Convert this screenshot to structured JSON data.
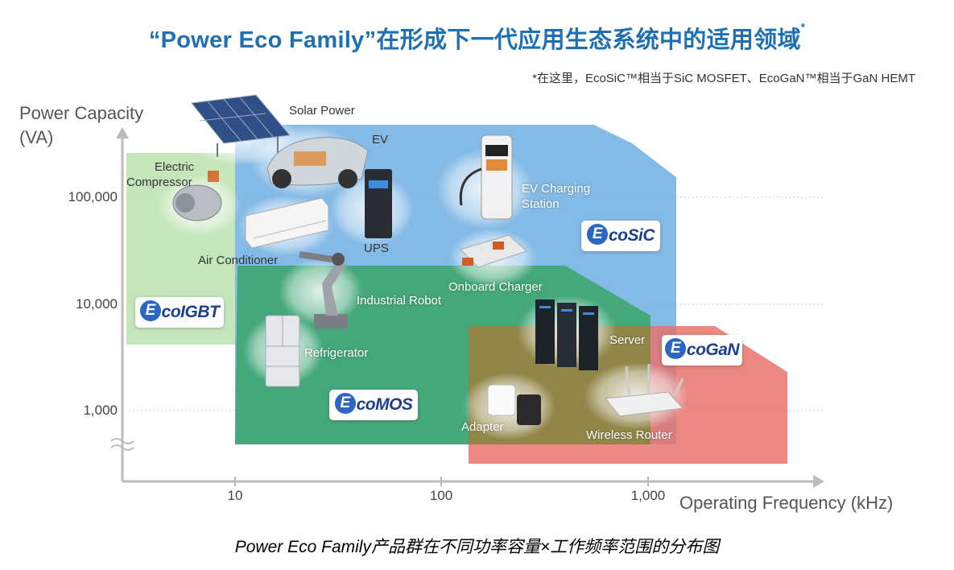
{
  "title": "“Power Eco Family”在形成下一代应用生态系统中的适用领域",
  "title_mark": "*",
  "note": "*在这里，EcoSiC™相当于SiC MOSFET、EcoGaN™相当于GaN HEMT",
  "caption": "Power Eco Family产品群在不同功率容量×工作频率范围的分布图",
  "axes": {
    "y_label_line1": "Power Capacity",
    "y_label_line2": "(VA)",
    "x_label": "Operating Frequency (kHz)",
    "y_ticks": [
      "100,000",
      "10,000",
      "1,000"
    ],
    "x_ticks": [
      "10",
      "100",
      "1,000"
    ]
  },
  "regions": [
    {
      "name": "EcoIGBT",
      "prefix": "E",
      "suffix": "coIGBT",
      "color": "#8fcf8a"
    },
    {
      "name": "EcoSiC",
      "prefix": "E",
      "suffix": "coSiC",
      "color": "#5aa2dc"
    },
    {
      "name": "EcoMOS",
      "prefix": "E",
      "suffix": "coMOS",
      "color": "#2f9f5f"
    },
    {
      "name": "EcoGaN",
      "prefix": "E",
      "suffix": "coGaN",
      "color": "#e4615a"
    }
  ],
  "applications": {
    "solar_power": "Solar Power",
    "ev": "EV",
    "electric_compressor_1": "Electric",
    "electric_compressor_2": "Compressor",
    "ups": "UPS",
    "ev_charging_1": "EV Charging",
    "ev_charging_2": "Station",
    "air_conditioner": "Air Conditioner",
    "onboard_charger": "Onboard Charger",
    "industrial_robot": "Industrial Robot",
    "refrigerator": "Refrigerator",
    "server": "Server",
    "adapter": "Adapter",
    "wireless_router": "Wireless Router"
  }
}
